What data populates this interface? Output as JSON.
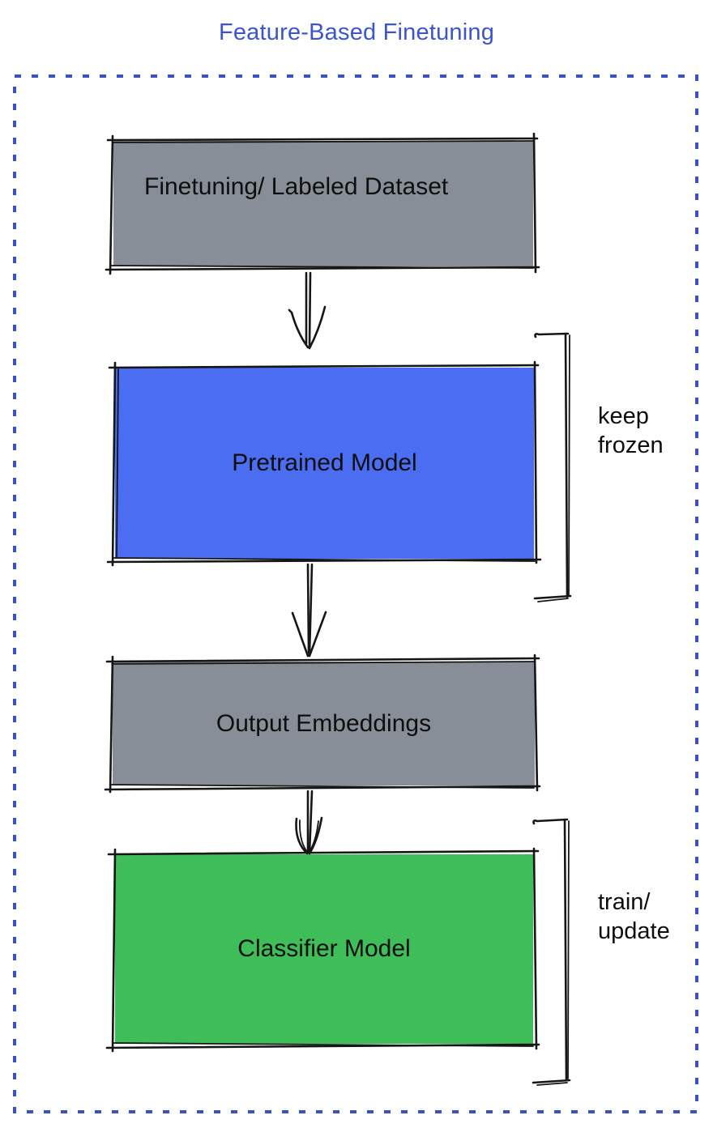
{
  "title": {
    "text": "Feature-Based Finetuning"
  },
  "boxes": [
    {
      "id": "finetuning-dataset",
      "label": "Finetuning/ Labeled Dataset",
      "color": "#878E98"
    },
    {
      "id": "pretrained-model",
      "label": "Pretrained Model",
      "color": "#4B6DF1"
    },
    {
      "id": "output-embeddings",
      "label": "Output Embeddings",
      "color": "#878E98"
    },
    {
      "id": "classifier-model",
      "label": "Classifier Model",
      "color": "#3EBD59"
    }
  ],
  "annotations": [
    {
      "id": "keep-frozen",
      "label": "keep frozen",
      "target": "pretrained-model"
    },
    {
      "id": "train-update",
      "label": "train/ update",
      "target": "classifier-model"
    }
  ],
  "colors": {
    "title_color": "#3C55CB",
    "frame_border": "#3C51C6",
    "sketch_stroke": "#161616",
    "text_color": "#0E0E0E"
  }
}
